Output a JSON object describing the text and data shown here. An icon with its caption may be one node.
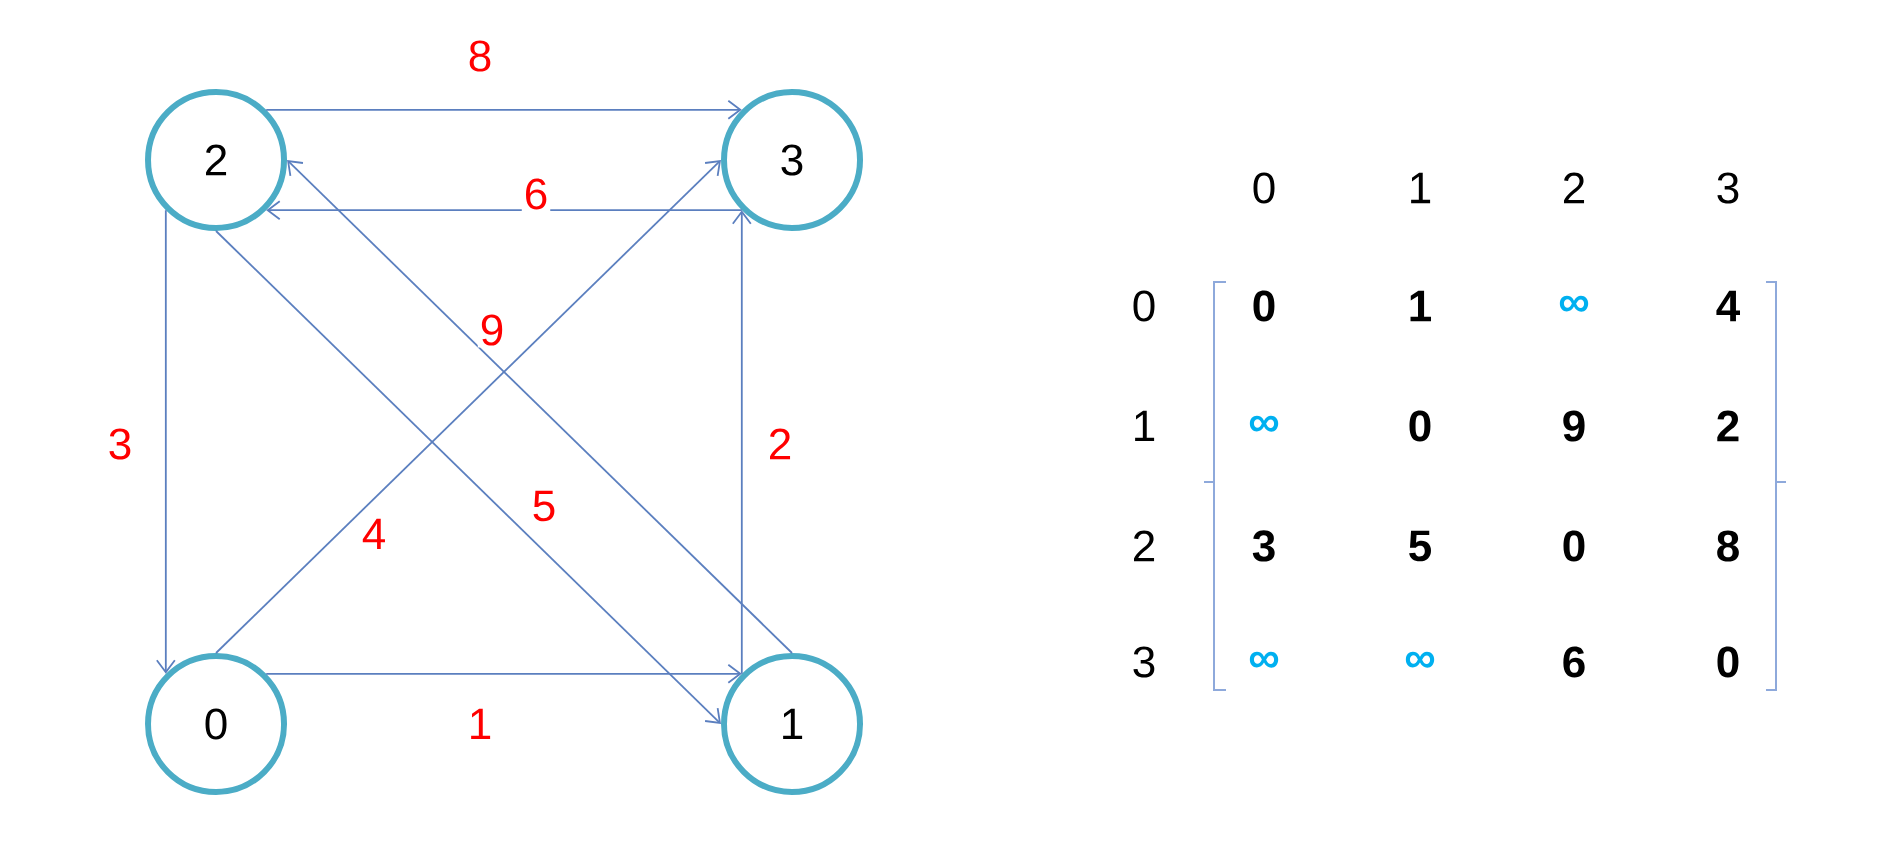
{
  "diagram": {
    "nodes": [
      {
        "text": [
          "2"
        ]
      },
      {
        "text": [
          "3"
        ]
      },
      {
        "text": [
          "0"
        ]
      },
      {
        "text": [
          "1"
        ]
      }
    ],
    "edges": [
      {
        "from": 0,
        "to": 1,
        "arrow": "to",
        "label": "8"
      },
      {
        "from": 1,
        "to": 0,
        "arrow": "to",
        "label": "6"
      },
      {
        "from": 0,
        "to": 2,
        "arrow": "to",
        "label": "3"
      },
      {
        "from": 3,
        "to": 1,
        "arrow": "to",
        "label": "2"
      },
      {
        "from": 2,
        "to": 3,
        "arrow": "to",
        "label": "1"
      },
      {
        "from": 2,
        "to": 1,
        "arrow": "to",
        "label": "4"
      },
      {
        "from": 3,
        "to": 0,
        "arrow": "to",
        "label": "9"
      },
      {
        "from": 0,
        "to": 3,
        "arrow": "to",
        "label": "5"
      }
    ],
    "labels": [
      "0",
      "1",
      "2",
      "3",
      "0",
      "0",
      "1",
      "∞",
      "4",
      "1",
      "∞",
      "0",
      "9",
      "2",
      "2",
      "3",
      "5",
      "0",
      "8",
      "3",
      "∞",
      "∞",
      "6",
      "0"
    ]
  }
}
